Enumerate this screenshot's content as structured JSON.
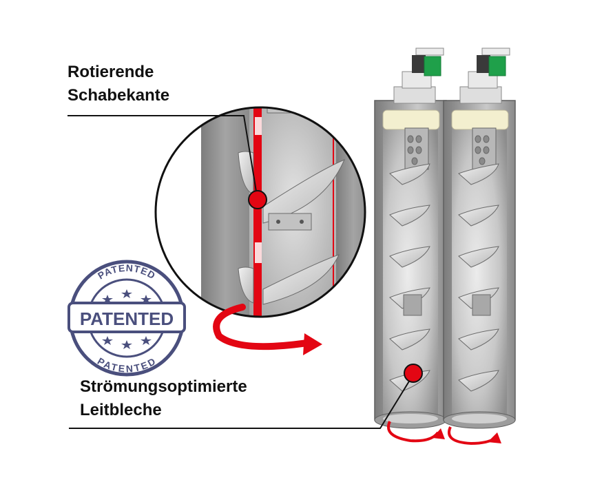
{
  "labels": {
    "scraper_edge": {
      "line1": "Rotierende",
      "line2": "Schabekante"
    },
    "baffles": {
      "line1": "Strömungsoptimierte",
      "line2": "Leitbleche"
    }
  },
  "stamp": {
    "main": "PATENTED",
    "ring_top": "PATENTED",
    "ring_bottom": "PATENTED"
  },
  "colors": {
    "accent_red": "#e30613",
    "tube_gray": "#8e8e8e",
    "interior_gray": "#bdbdbd",
    "stamp_blue": "#4a4f7d",
    "connector_green": "#1fa04a",
    "text": "#111111"
  }
}
